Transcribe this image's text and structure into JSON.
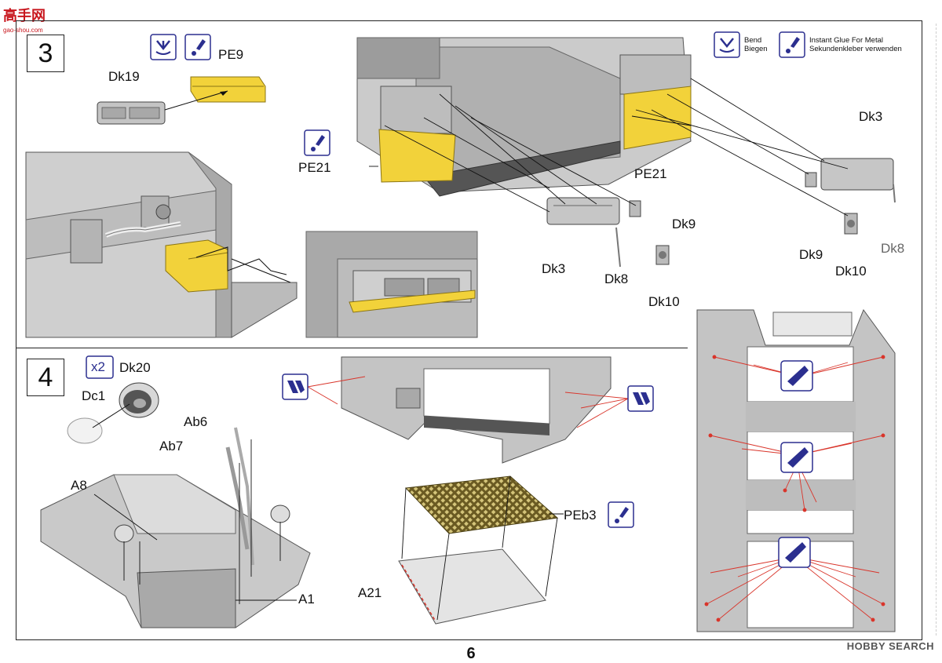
{
  "logo": {
    "text": "高手网",
    "sub": "gao-shou.com"
  },
  "watermark": "HOBBY SEARCH",
  "page_number": "6",
  "legend": {
    "bend": {
      "en": "Bend",
      "de": "Biegen"
    },
    "glue": {
      "en": "Instant Glue For Metal",
      "de": "Sekundenkleber verwenden"
    }
  },
  "step3": {
    "number": "3",
    "labels": {
      "pe9": "PE9",
      "dk19": "Dk19",
      "pe21_left": "PE21",
      "pe21_right": "PE21",
      "dk3_mid": "Dk3",
      "dk9_mid": "Dk9",
      "dk8_mid": "Dk8",
      "dk10_mid": "Dk10",
      "dk3_right": "Dk3",
      "dk9_right": "Dk9",
      "dk10_right": "Dk10",
      "dk8_right": "Dk8"
    }
  },
  "step4": {
    "number": "4",
    "multiplier": "x2",
    "labels": {
      "dk20": "Dk20",
      "dc1": "Dc1",
      "ab6": "Ab6",
      "ab7": "Ab7",
      "a8": "A8",
      "a1": "A1",
      "peb3": "PEb3",
      "a21": "A21"
    }
  },
  "colors": {
    "yellow": "#f2d23a",
    "gray": "#b9b9b9",
    "dark": "#7a7a7a",
    "blue": "#2b2f8f",
    "red": "#d9352b"
  }
}
